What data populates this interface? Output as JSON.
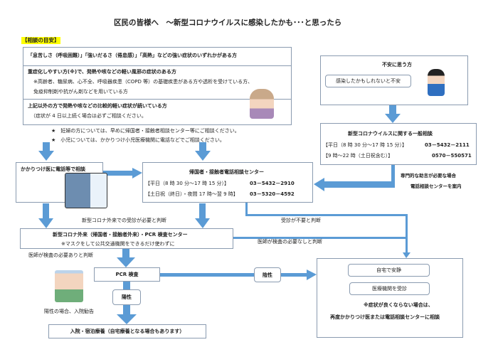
{
  "title": "区民の皆様へ　～新型コロナウイルスに感染したかも･･･と思ったら",
  "guide": {
    "label": "【相談の目安】",
    "row1": "「息苦しさ（呼吸困難）」「強いだるさ（倦怠感）」「高熱」などの強い症状のいずれかがある方",
    "row2_title": "重症化しやすい方(※)で、発熱や咳などの軽い風邪の症状のある方",
    "row2_note1": "※高齢者、糖尿病、心不全、呼吸器疾患（COPD 等）の基礎疾患がある方や透析を受けている方、",
    "row2_note2": "免疫抑制剤や抗がん剤などを用いている方",
    "row3_title": "上記以外の方で発熱や咳などの比較的軽い症状が続いている方",
    "row3_note": "（症状が 4 日以上続く場合は必ずご相談ください。",
    "star1": "★　妊婦の方については、早めに帰国者・接触者相談センター等にご相談ください。",
    "star2": "★　小児については、かかりつけ小児医療機関に電話などでご相談ください。"
  },
  "anxious": {
    "title": "不安に思う方",
    "bubble": "感染したかもしれないと不安"
  },
  "general": {
    "title": "新型コロナウイルスに関する一般相談",
    "row1_label": "【平日（8 時 30 分～17 時 15 分）】",
    "row1_phone": "03－5432－2111",
    "row2_label": "【9 時～22 時（土日祝含む）】",
    "row2_phone": "0570－550571"
  },
  "expert_note": {
    "line1": "専門的な助言が必要な場合",
    "line2": "電話相談センターを案内"
  },
  "family_doctor": {
    "title": "かかりつけ医に電話等で相談"
  },
  "center": {
    "title": "帰国者・接触者電話相談センター",
    "row1_label": "【平日（8 時 30 分～17 時 15 分）】",
    "row1_phone": "03－5432－2910",
    "row2_label": "【土日祝（終日）・夜間 17 時～翌 9 時】",
    "row2_phone": "03－5320－4592"
  },
  "labels": {
    "need_outpatient": "新型コロナ外来での受診が必要と判断",
    "no_need": "受診が不要と判断",
    "doctor_no_test": "医師が検査の必要なしと判断",
    "doctor_test": "医師が検査の必要ありと判断",
    "positive_case": "陽性の場合、入院勧告"
  },
  "outpatient": {
    "title": "新型コロナ外来（帰国者・接触者外来）・PCR 検査センター",
    "note": "※マスクをして公共交通機関をできるだけ使わずに"
  },
  "pcr": {
    "title": "PCR 検査",
    "negative": "陰性",
    "positive": "陽性"
  },
  "hospital": {
    "title": "入院・宿泊療養（自宅療養となる場合もあります）"
  },
  "result": {
    "rest": "自宅で安静",
    "visit": "医療機関を受診",
    "note1": "※症状が良くならない場合は、",
    "note2": "再度かかりつけ医または電話相談センターに相談"
  },
  "colors": {
    "arrow": "#5b9bd5",
    "highlight": "#ffff00",
    "border": "#8a9bb0"
  }
}
